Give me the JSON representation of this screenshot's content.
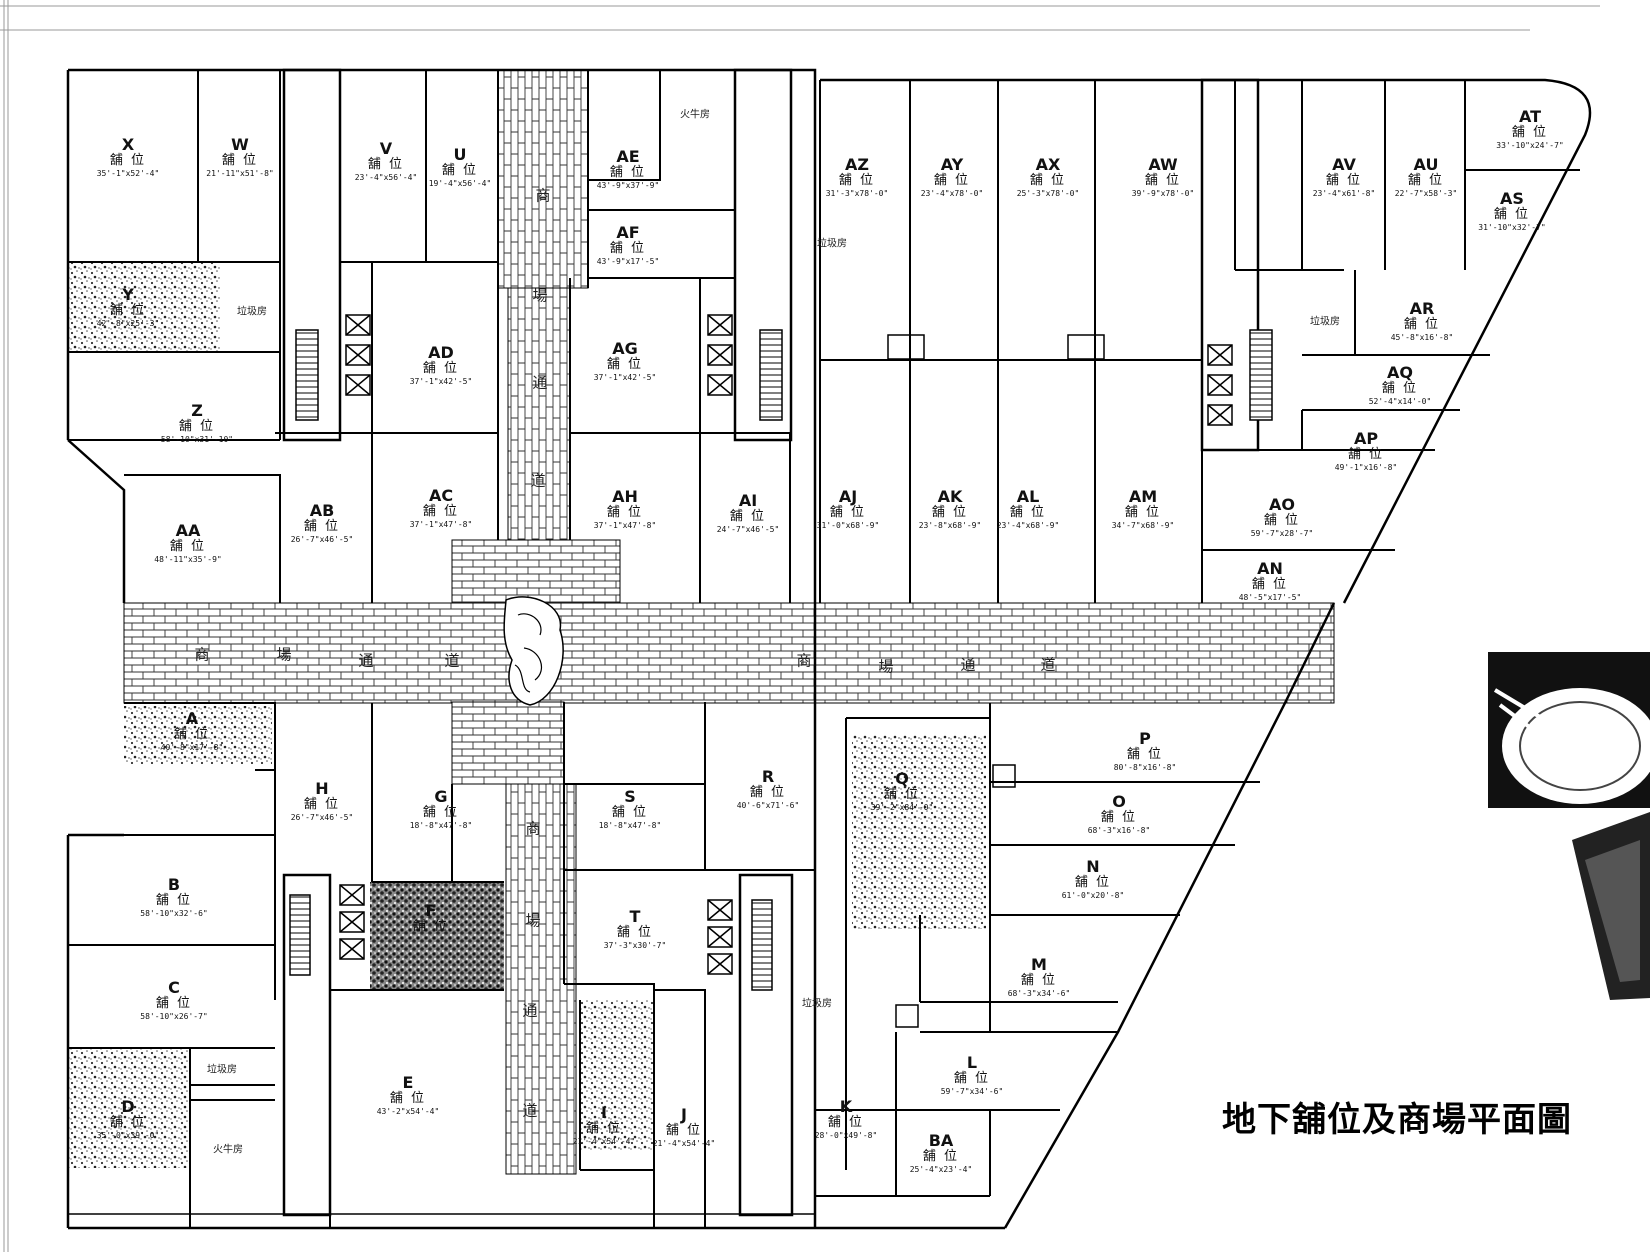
{
  "title": "地下舖位及商場平面圖",
  "corridor_label": [
    "商",
    "場",
    "通",
    "道"
  ],
  "shops": [
    {
      "code": "X",
      "kind": "舖 位",
      "dim": "35'-1\"x52'-4\""
    },
    {
      "code": "W",
      "kind": "舖 位",
      "dim": "21'-11\"x51'-8\""
    },
    {
      "code": "V",
      "kind": "舖 位",
      "dim": "23'-4\"x56'-4\""
    },
    {
      "code": "U",
      "kind": "舖 位",
      "dim": "19'-4\"x56'-4\""
    },
    {
      "code": "AE",
      "kind": "舖 位",
      "dim": "43'-9\"x37'-9\""
    },
    {
      "code": "AF",
      "kind": "舖 位",
      "dim": "43'-9\"x17'-5\""
    },
    {
      "code": "Y",
      "kind": "舖 位",
      "dim": "42'-8\"x25'-3\""
    },
    {
      "code": "AD",
      "kind": "舖 位",
      "dim": "37'-1\"x42'-5\""
    },
    {
      "code": "AG",
      "kind": "舖 位",
      "dim": "37'-1\"x42'-5\""
    },
    {
      "code": "Z",
      "kind": "舖 位",
      "dim": "58'-10\"x31'-10\""
    },
    {
      "code": "AA",
      "kind": "舖 位",
      "dim": "48'-11\"x35'-9\""
    },
    {
      "code": "AB",
      "kind": "舖 位",
      "dim": "26'-7\"x46'-5\""
    },
    {
      "code": "AC",
      "kind": "舖 位",
      "dim": "37'-1\"x47'-8\""
    },
    {
      "code": "AH",
      "kind": "舖 位",
      "dim": "37'-1\"x47'-8\""
    },
    {
      "code": "AI",
      "kind": "舖 位",
      "dim": "24'-7\"x46'-5\""
    },
    {
      "code": "AZ",
      "kind": "舖 位",
      "dim": "31'-3\"x78'-0\""
    },
    {
      "code": "AY",
      "kind": "舖 位",
      "dim": "23'-4\"x78'-0\""
    },
    {
      "code": "AX",
      "kind": "舖 位",
      "dim": "25'-3\"x78'-0\""
    },
    {
      "code": "AW",
      "kind": "舖 位",
      "dim": "39'-9\"x78'-0\""
    },
    {
      "code": "AV",
      "kind": "舖 位",
      "dim": "23'-4\"x61'-8\""
    },
    {
      "code": "AU",
      "kind": "舖 位",
      "dim": "22'-7\"x58'-3\""
    },
    {
      "code": "AT",
      "kind": "舖 位",
      "dim": "33'-10\"x24'-7\""
    },
    {
      "code": "AS",
      "kind": "舖 位",
      "dim": "31'-10\"x32'-7\""
    },
    {
      "code": "AR",
      "kind": "舖 位",
      "dim": "45'-8\"x16'-8\""
    },
    {
      "code": "AQ",
      "kind": "舖 位",
      "dim": "52'-4\"x14'-0\""
    },
    {
      "code": "AP",
      "kind": "舖 位",
      "dim": "49'-1\"x16'-8\""
    },
    {
      "code": "AJ",
      "kind": "舖 位",
      "dim": "31'-0\"x68'-9\""
    },
    {
      "code": "AK",
      "kind": "舖 位",
      "dim": "23'-8\"x68'-9\""
    },
    {
      "code": "AL",
      "kind": "舖 位",
      "dim": "23'-4\"x68'-9\""
    },
    {
      "code": "AM",
      "kind": "舖 位",
      "dim": "34'-7\"x68'-9\""
    },
    {
      "code": "AO",
      "kind": "舖 位",
      "dim": "59'-7\"x28'-7\""
    },
    {
      "code": "AN",
      "kind": "舖 位",
      "dim": "48'-5\"x17'-5\""
    },
    {
      "code": "A",
      "kind": "舖 位",
      "dim": "40'-8\"x17'-8\""
    },
    {
      "code": "H",
      "kind": "舖 位",
      "dim": "26'-7\"x46'-5\""
    },
    {
      "code": "G",
      "kind": "舖 位",
      "dim": "18'-8\"x47'-8\""
    },
    {
      "code": "S",
      "kind": "舖 位",
      "dim": "18'-8\"x47'-8\""
    },
    {
      "code": "R",
      "kind": "舖 位",
      "dim": "40'-6\"x71'-6\""
    },
    {
      "code": "Q",
      "kind": "舖 位",
      "dim": "39'-2\"x84'-0\""
    },
    {
      "code": "P",
      "kind": "舖 位",
      "dim": "80'-8\"x16'-8\""
    },
    {
      "code": "O",
      "kind": "舖 位",
      "dim": "68'-3\"x16'-8\""
    },
    {
      "code": "N",
      "kind": "舖 位",
      "dim": "61'-0\"x20'-8\""
    },
    {
      "code": "B",
      "kind": "舖 位",
      "dim": "58'-10\"x32'-6\""
    },
    {
      "code": "C",
      "kind": "舖 位",
      "dim": "58'-10\"x26'-7\""
    },
    {
      "code": "F",
      "kind": "舖 位",
      "dim": ""
    },
    {
      "code": "T",
      "kind": "舖 位",
      "dim": "37'-3\"x30'-7\""
    },
    {
      "code": "M",
      "kind": "舖 位",
      "dim": "68'-3\"x34'-6\""
    },
    {
      "code": "D",
      "kind": "舖 位",
      "dim": "35'-0\"x39'-0\""
    },
    {
      "code": "E",
      "kind": "舖 位",
      "dim": "43'-2\"x54'-4\""
    },
    {
      "code": "I",
      "kind": "舖 位",
      "dim": "21'-4\"x54'-4\""
    },
    {
      "code": "J",
      "kind": "舖 位",
      "dim": "21'-4\"x54'-4\""
    },
    {
      "code": "K",
      "kind": "舖 位",
      "dim": "28'-0\"x49'-8\""
    },
    {
      "code": "L",
      "kind": "舖 位",
      "dim": "59'-7\"x34'-6\""
    },
    {
      "code": "BA",
      "kind": "舖 位",
      "dim": "25'-4\"x23'-4\""
    }
  ],
  "utility_rooms": [
    "火牛房",
    "垃圾房",
    "垃圾房",
    "垃圾房",
    "垃圾房",
    "垃圾房",
    "火牛房"
  ]
}
